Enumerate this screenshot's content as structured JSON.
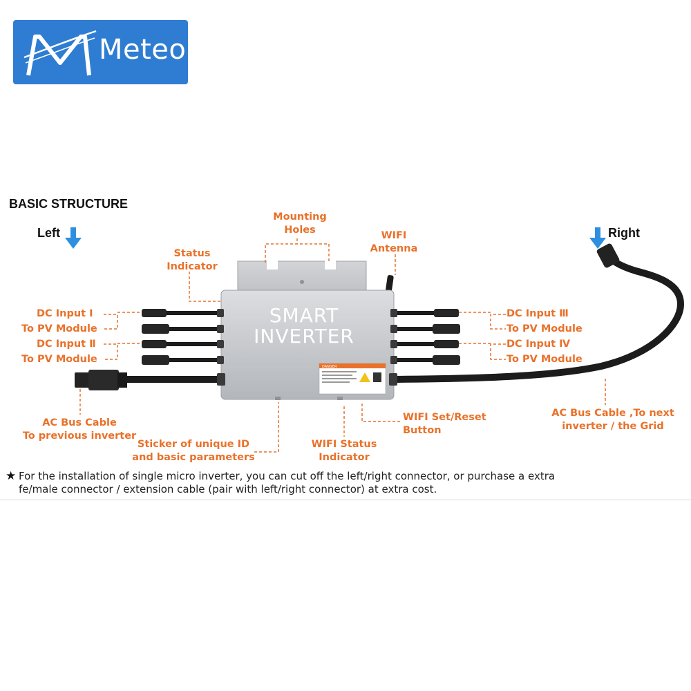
{
  "logo": {
    "brand": "Meteor",
    "mark": "M"
  },
  "heading": "BASIC STRUCTURE",
  "sides": {
    "left": "Left",
    "right": "Right"
  },
  "device": {
    "line1": "SMART",
    "line2": "INVERTER"
  },
  "labels": {
    "mounting_holes": [
      "Mounting",
      "Holes"
    ],
    "wifi_antenna": [
      "WIFI",
      "Antenna"
    ],
    "status_indicator": [
      "Status",
      "Indicator"
    ],
    "dc_input_1": "DC Input Ⅰ",
    "dc_input_2": "DC Input Ⅱ",
    "dc_input_3": "DC Input Ⅲ",
    "dc_input_4": "DC Input Ⅳ",
    "to_pv_module": "To PV Module",
    "ac_bus_prev": [
      "AC Bus Cable",
      "To previous inverter"
    ],
    "ac_bus_next": [
      "AC Bus Cable ,To next",
      "inverter / the Grid"
    ],
    "sticker": [
      "Sticker of unique ID",
      "and basic parameters"
    ],
    "wifi_status": [
      "WIFI Status",
      "Indicator"
    ],
    "wifi_reset": [
      "WIFI Set/Reset",
      "Button"
    ],
    "sticker_title": "DANGER"
  },
  "note": {
    "line1": "For the installation of single micro inverter, you can cut off the left/right connector, or purchase a extra",
    "line2": "fe/male connector / extension cable (pair with left/right connector) at extra cost."
  },
  "colors": {
    "accent": "#e9712a",
    "arrow": "#2e8fe0",
    "logo_bg": "#2f7dd2",
    "device_body": "#c9cbce",
    "cable": "#1c1c1c"
  },
  "icons": {
    "down_arrow": "down-arrow-icon",
    "star": "star-icon"
  }
}
